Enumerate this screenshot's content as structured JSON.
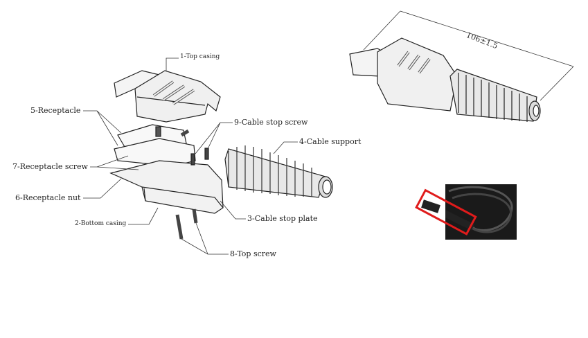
{
  "exploded_view": {
    "labels": {
      "top_casing": "1-Top casing",
      "bottom_casing": "2-Bottom casing",
      "cable_stop_plate": "3-Cable stop plate",
      "cable_support": "4-Cable support",
      "receptacle": "5-Receptacle",
      "receptacle_nut": "6-Receptacle nut",
      "receptacle_screw": "7-Receptacle screw",
      "top_screw": "8-Top screw",
      "cable_stop_screw": "9-Cable stop screw"
    }
  },
  "assembled_view": {
    "dimension": "106±1.5"
  },
  "photo": {
    "highlight_color": "#e01b1b"
  }
}
